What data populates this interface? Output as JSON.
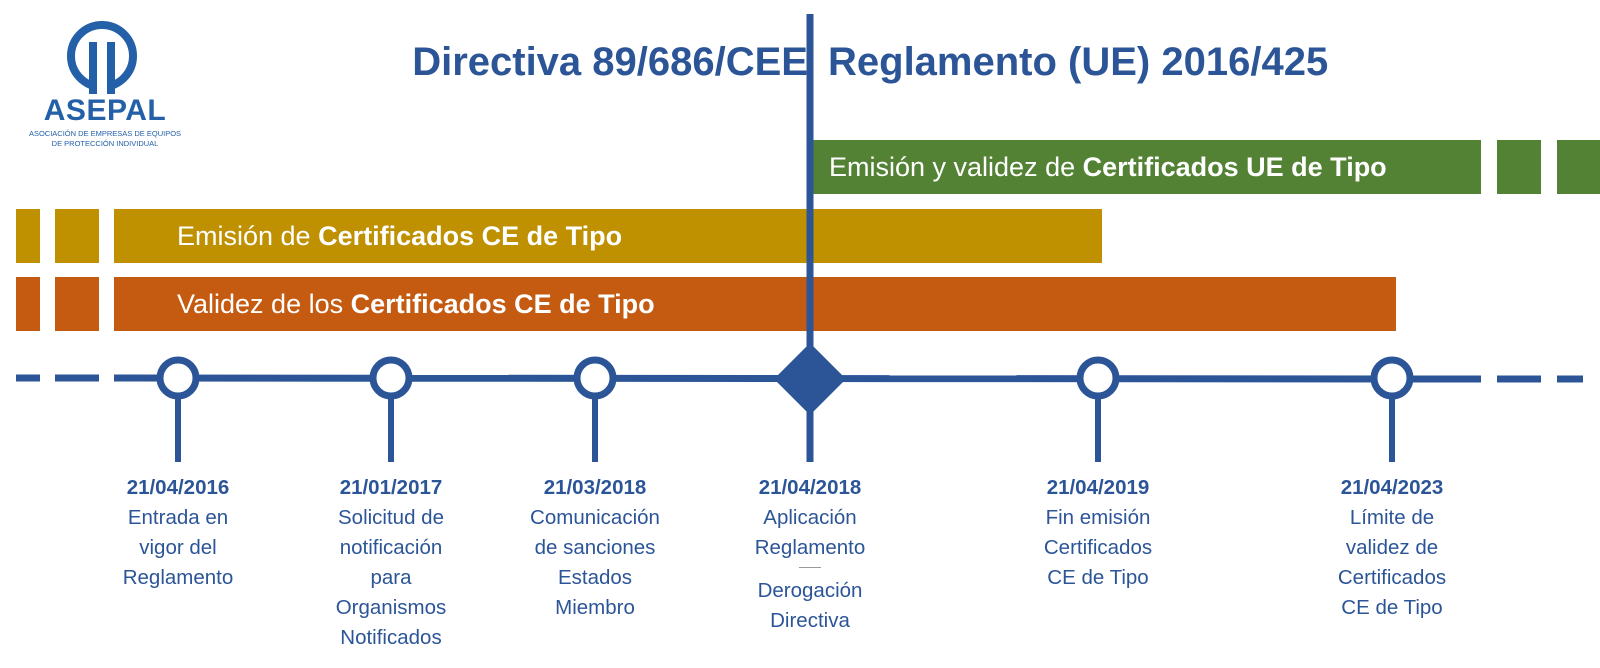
{
  "colors": {
    "blue": "#2C5598",
    "gold": "#BF9000",
    "orange": "#C55A11",
    "green": "#548235",
    "logo_blue": "#2360A8"
  },
  "logo": {
    "name": "ASEPAL",
    "subtitle": "Asociación de Empresas de Equipos de Protección Individual"
  },
  "headings": {
    "left": "Directiva 89/686/CEE",
    "right": "Reglamento (UE) 2016/425"
  },
  "bars": {
    "ue_certificates": {
      "prefix": "Emisión y validez de ",
      "bold": "Certificados UE de Tipo"
    },
    "ce_emission": {
      "prefix": "Emisión de ",
      "bold": "Certificados CE de Tipo"
    },
    "ce_validity": {
      "prefix": "Validez de los ",
      "bold": "Certificados CE de Tipo"
    }
  },
  "milestones": [
    {
      "date": "21/04/2016",
      "description": "Entrada en\nvigor del\nReglamento"
    },
    {
      "date": "21/01/2017",
      "description": "Solicitud de\nnotificación\npara\nOrganismos\nNotificados"
    },
    {
      "date": "21/03/2018",
      "description": "Comunicación\nde sanciones\nEstados\nMiembro"
    },
    {
      "date": "21/04/2018",
      "description": "Aplicación\nReglamento",
      "description_2": "Derogación\nDirectiva"
    },
    {
      "date": "21/04/2019",
      "description": "Fin emisión\nCertificados\nCE de Tipo"
    },
    {
      "date": "21/04/2023",
      "description": "Límite de\nvalidez de\nCertificados\nCE de Tipo"
    }
  ]
}
